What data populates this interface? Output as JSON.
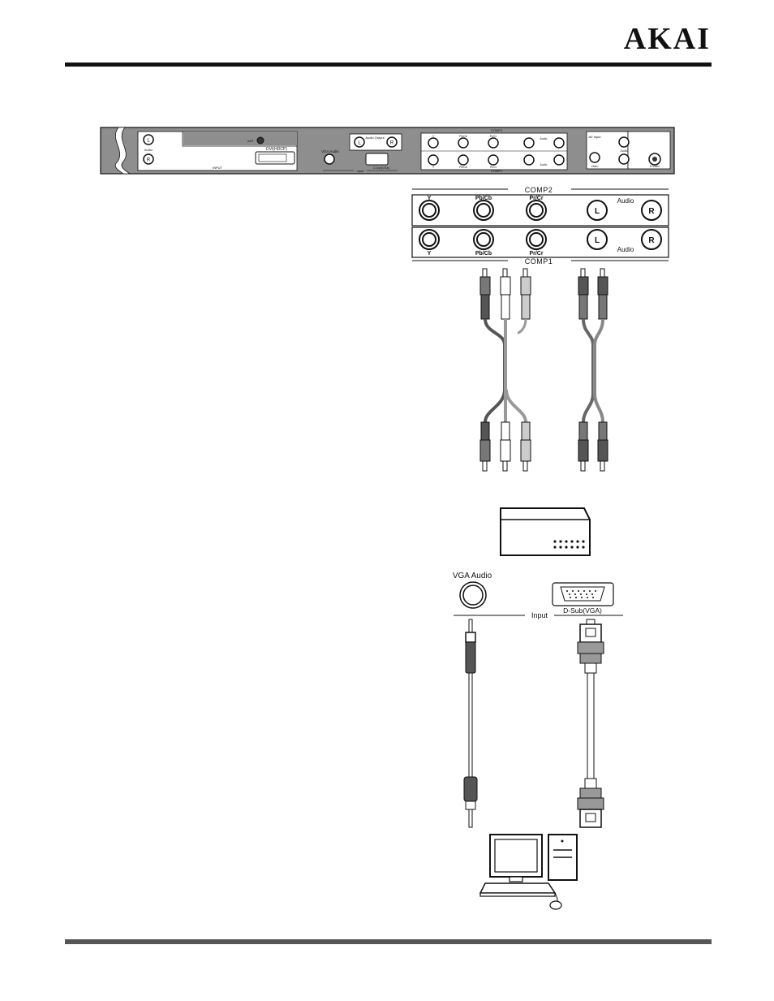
{
  "header": {
    "brand": "AKAI"
  },
  "rear_panel": {
    "jack_labels": {
      "l": "L",
      "r": "R",
      "audio": "Audio",
      "ant": "ANT",
      "dvi": "DVI(HDCP)",
      "input": "INPUT",
      "vga_audio": "VGA Audio",
      "audio_output": "Audio Output",
      "d_sub": "D-Sub(VGA)",
      "input_small": "Input",
      "comp2": "COMP2",
      "comp1": "COMP1",
      "y": "Y",
      "pb": "Pb/Cb",
      "pr": "Pr/Cr",
      "av": "AV Input",
      "video": "Video",
      "svideo": "S-Video"
    }
  },
  "component_panel": {
    "comp2_label": "COMP2",
    "comp1_label": "COMP1",
    "row_labels": [
      "Y",
      "Pb/Cb",
      "Pr/Cr"
    ],
    "audio_label": "Audio",
    "left_jack": "L",
    "right_jack": "R"
  },
  "vga_panel": {
    "vga_audio_label": "VGA Audio",
    "d_sub_label": "D-Sub(VGA)",
    "input_label": "Input"
  }
}
